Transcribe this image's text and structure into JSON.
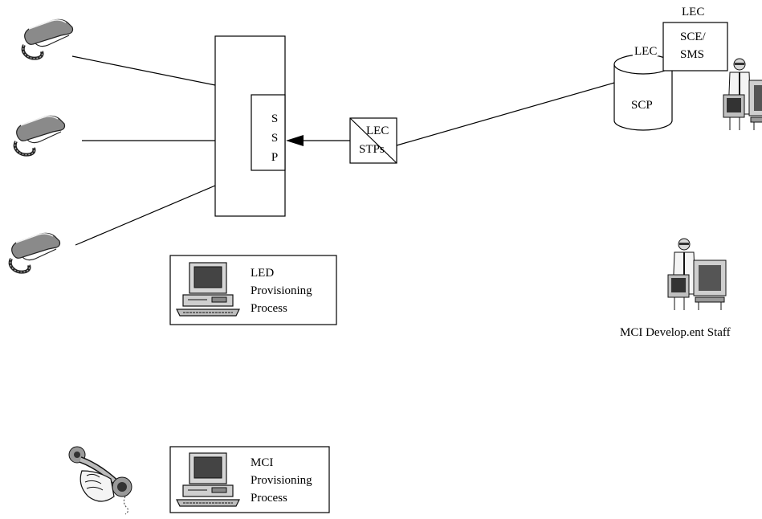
{
  "ssp": {
    "letters": [
      "S",
      "S",
      "P"
    ]
  },
  "stp": {
    "line1": "LEC",
    "line2": "STPs"
  },
  "scp": {
    "owner": "LEC",
    "label": "SCP"
  },
  "sce": {
    "owner": "LEC",
    "line1": "SCE/",
    "line2": "SMS"
  },
  "led_process": {
    "line1": "LED",
    "line2": "Provisioning",
    "line3": "Process"
  },
  "mci_process": {
    "line1": "MCI",
    "line2": "Provisioning",
    "line3": "Process"
  },
  "staff_label": "MCI Develop.ent Staff",
  "icons": {
    "phones": [
      "telephone-icon",
      "telephone-icon",
      "telephone-icon"
    ],
    "computers": [
      "computer-icon",
      "computer-icon"
    ],
    "people": [
      "developer-at-workstation-icon",
      "developer-at-workstation-icon"
    ],
    "handset": "handset-in-hand-icon"
  }
}
